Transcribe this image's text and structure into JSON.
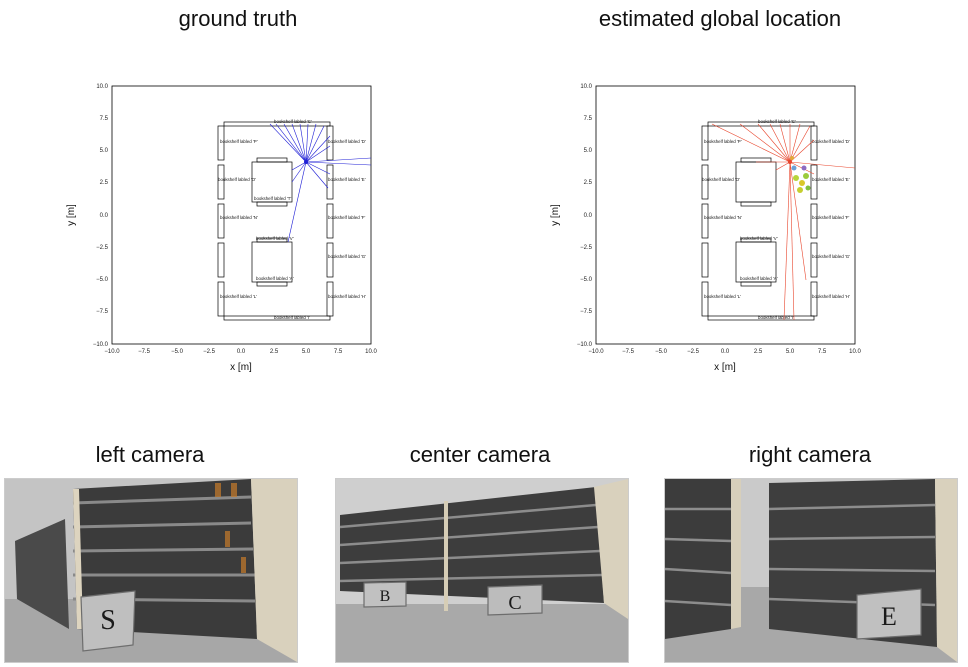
{
  "titles": {
    "gt": "ground truth",
    "est": "estimated global location",
    "left": "left camera",
    "center": "center camera",
    "right": "right camera"
  },
  "axes": {
    "xlabel": "x [m]",
    "ylabel": "y [m]",
    "xticks": [
      "−10.0",
      "−7.5",
      "−5.0",
      "−2.5",
      "0.0",
      "2.5",
      "5.0",
      "7.5",
      "10.0"
    ],
    "yticks": [
      "10.0",
      "7.5",
      "5.0",
      "2.5",
      "0.0",
      "−2.5",
      "−5.0",
      "−7.5",
      "−10.0"
    ]
  },
  "shelf_labels": {
    "C": "bookshelf labled 'C'",
    "D": "bookshelf labled 'D'",
    "P": "bookshelf labled 'P'",
    "O": "bookshelf labled 'O'",
    "E": "bookshelf labled 'E'",
    "F": "bookshelf labled 'F'",
    "N": "bookshelf labled 'N'",
    "G": "bookshelf labled 'G'",
    "V": "bookshelf labled 'V'",
    "A": "bookshelf labled 'A'",
    "H": "bookshelf labled 'H'",
    "L": "bookshelf labled 'L'",
    "I": "bookshelf labled 'I'",
    "T": "bookshelf labled 'T'"
  },
  "signs": {
    "left": "S",
    "center_1": "B",
    "center_2": "C",
    "right": "E"
  },
  "colors": {
    "gt_rays": "#1f1fd6",
    "est_rays": "#e8452c",
    "shelf_outline": "#000000"
  }
}
